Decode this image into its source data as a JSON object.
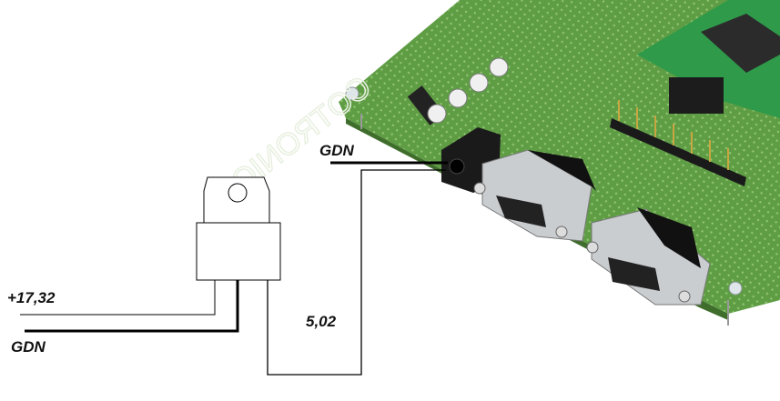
{
  "labels": {
    "input_voltage": "+17,32",
    "ground_left": "GDN",
    "output_voltage": "5,02",
    "ground_board": "GDN"
  },
  "colors": {
    "pcb_green": "#6aa84f",
    "wire": "#000000"
  },
  "icons": [
    "voltage-regulator-icon",
    "development-board-photo"
  ]
}
